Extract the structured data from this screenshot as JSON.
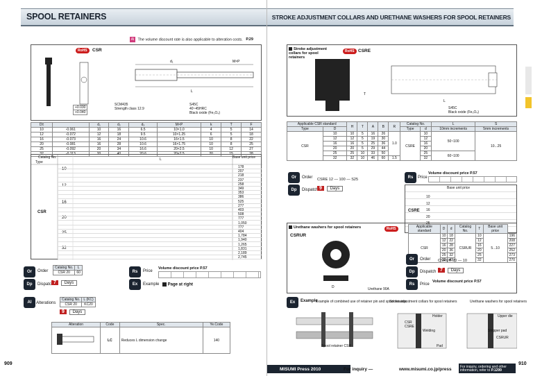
{
  "left": {
    "header_title": "SPOOL RETAINERS",
    "discount_note": "The volume discount rate is also applicable to alteration costs.",
    "discount_note_page": "P.29",
    "product_label": "CSR",
    "rohs": "RoHS",
    "material_note1": "SCM435",
    "material_note2": "Strength class 12.9",
    "material_note3": "S45C",
    "material_note4": "40~45HRC",
    "material_note5": "Black oxide (Fe₃O₄)",
    "tol1": "+0.030",
    "tol2": "+0.040",
    "dim_headers": [
      "D±",
      "d₁",
      "d₂",
      "d₃",
      "M×P",
      "k",
      "T",
      "F"
    ],
    "dim_rows": [
      [
        "10",
        "-0.061",
        "10",
        "16",
        "6.5",
        "10×1.0",
        "4",
        "5",
        "14"
      ],
      [
        "12",
        "-0.072",
        "12",
        "18",
        "9.5",
        "10×1.25",
        "6",
        "5",
        "18"
      ],
      [
        "16",
        "-0.073",
        "16",
        "24",
        "10.6",
        "16×1.5",
        "10",
        "8",
        "22"
      ],
      [
        "20",
        "-0.081",
        "16",
        "28",
        "10.6",
        "16×1.75",
        "10",
        "8",
        "25"
      ],
      [
        "25",
        "-0.092",
        "20",
        "34",
        "16.6",
        "20×2.5",
        "10",
        "12",
        "27"
      ],
      [
        "32",
        "-0.113",
        "20",
        "40",
        "20.6",
        "20×2.5",
        "20",
        "15",
        "28"
      ]
    ],
    "catalog_header": "Catalog No.",
    "type_header": "Type",
    "l_header": "L",
    "unit_price_header": "Base unit price",
    "csr_label": "CSR",
    "d_values": [
      "10",
      "12",
      "16",
      "20",
      "25",
      "32"
    ],
    "price_values": [
      "178",
      "207",
      "218",
      "237",
      "258",
      "349",
      "353",
      "386",
      "525",
      "277",
      "403",
      "508",
      "777",
      "1,050",
      "777",
      "404",
      "1,784",
      "1,940",
      "1,265",
      "1,831",
      "2,189",
      "2,745"
    ],
    "order_label": "Order",
    "order_catalog": "Catalog No.",
    "order_l": "L",
    "order_example_type": "CSR",
    "order_example_d": "20",
    "order_example_l": "60",
    "dispatch_label": "Dispatch",
    "dispatch_days": "7",
    "days": "Days",
    "price_label": "Price",
    "volume_discount": "Volume discount price",
    "volume_discount_page": "P.57",
    "example_label": "Example",
    "example_text": "Page at right",
    "alterations_label": "Alterations",
    "alter_catalog": "Catalog No.",
    "alter_code": "L (KC)",
    "alter_example": "CSR 20",
    "alter_example2": "KC20",
    "alter_days": "9",
    "alt_headers": [
      "Alteration",
      "Code",
      "Spec.",
      "Ye.Code"
    ],
    "alt_code": "LC",
    "alt_spec": "Reduces L dimension change",
    "alt_price": "140",
    "page_number": "909"
  },
  "right": {
    "header_title": "STROKE ADJUSTMENT COLLARS AND URETHANE WASHERS FOR SPOOL RETAINERS",
    "collar_section": "Stroke adjustment collars for spool retainers",
    "collar_code": "CSRE",
    "rohs": "RoHS",
    "collar_headers": [
      "Applicable CSR standard",
      "H",
      "T",
      "A",
      "B",
      "R",
      "Catalog No.",
      "L",
      "S"
    ],
    "collar_subheaders": [
      "Type",
      "D",
      "Type",
      "d",
      "10mm increments",
      "5mm increments"
    ],
    "collar_type": "CSR",
    "collar_rows": [
      [
        "10",
        "10",
        "5",
        "16",
        "26",
        "10",
        "25"
      ],
      [
        "12",
        "12",
        "5",
        "19",
        "30",
        "12",
        "25"
      ],
      [
        "16",
        "16",
        "5",
        "25",
        "36",
        "16",
        "25"
      ],
      [
        "20",
        "20",
        "5",
        "29",
        "44",
        "20",
        "25"
      ],
      [
        "25",
        "25",
        "10",
        "33",
        "50",
        "25",
        "25"
      ],
      [
        "32",
        "32",
        "10",
        "46",
        "60",
        "32",
        "25"
      ]
    ],
    "collar_r": "1.0",
    "collar_r2": "1.5",
    "collar_catalog": "CSRE",
    "collar_l1": "50~100",
    "collar_l2": "60~100",
    "collar_s": "10...25",
    "order_label": "Order",
    "order_example": "CSRE 12",
    "order_l": "100",
    "order_s": "S25",
    "dispatch_label": "Dispatch",
    "dispatch_days": "9",
    "days": "Days",
    "price_label": "Price",
    "volume_discount": "Volume discount price",
    "volume_discount_page": "P.57",
    "price_table_title": "Base unit price",
    "price_d": [
      "10",
      "12",
      "16",
      "20",
      "25",
      "32"
    ],
    "urethane_section": "Urethane washers for spool retainers",
    "urethane_code": "CSRUR",
    "urethane_headers": [
      "Applicable standard",
      "D",
      "d",
      "Catalog No.",
      "T",
      "Base unit price"
    ],
    "urethane_rows": [
      [
        "10",
        "18",
        "10"
      ],
      [
        "12",
        "22",
        "12"
      ],
      [
        "16",
        "28",
        "16"
      ],
      [
        "20",
        "36",
        "20"
      ],
      [
        "25",
        "32",
        "25"
      ],
      [
        "32",
        "43",
        "32"
      ]
    ],
    "urethane_type": "CSR",
    "urethane_catalog": "CSRUR",
    "urethane_t": "5...10",
    "urethane_prices": [
      "196",
      "208",
      "227",
      "252",
      "273",
      "270"
    ],
    "urethane_order_example": "CSRUR 20",
    "urethane_order_t": "10",
    "urethane_dispatch": "7",
    "material_urethane": "Urethane 90A",
    "example_label": "Example",
    "example_text": "Example of combined use of retainer pin and spool retainer",
    "usage1": "Stroke adjustment collars for spool retainers",
    "usage2": "Urethane washers for spool retainers",
    "holder": "Holder",
    "upper_die": "Upper die",
    "welding": "Welding",
    "stripper_pad": "Stripper pad",
    "spool_retainer": "Spool retainer CSR",
    "csr_label": "CSR",
    "csre_label": "CSRE",
    "csrur_label": "CSRUR",
    "pad_label": "Pad",
    "footer_brand": "MISUMI Press 2010",
    "footer_inquiry": "For inquiry —",
    "footer_url": "www.misumi.co.jp/press",
    "footer_note": "For inquiry, ordering and other information, refer to",
    "footer_page": "P.1299",
    "page_number": "910"
  }
}
